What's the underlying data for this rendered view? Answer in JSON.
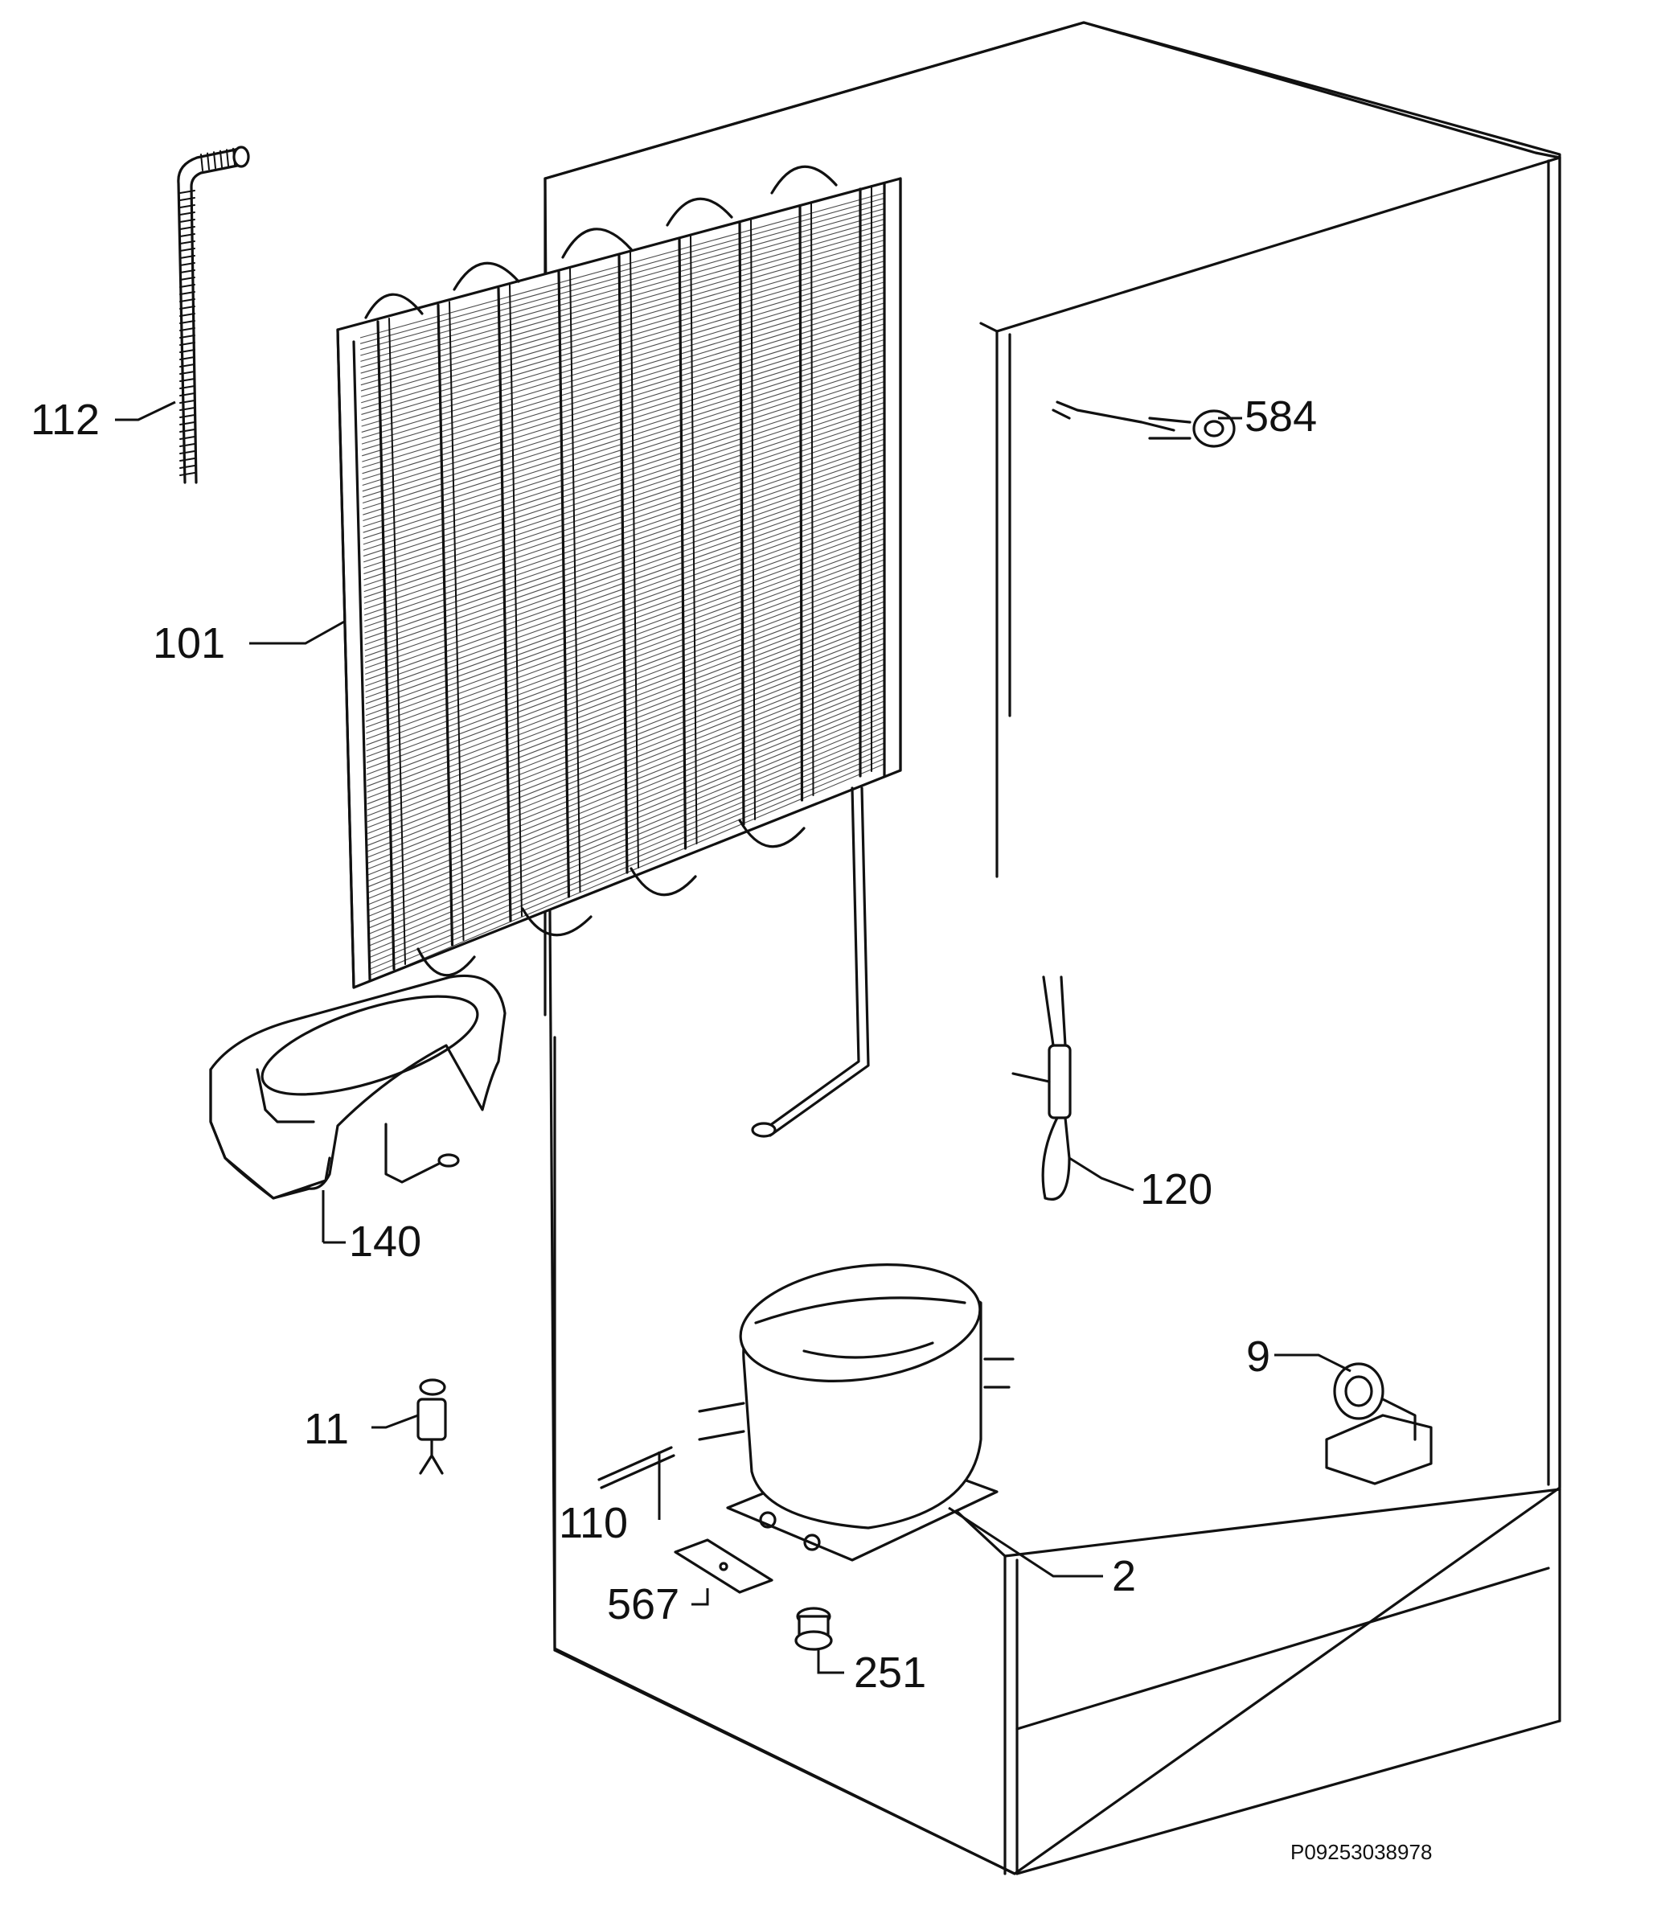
{
  "diagram": {
    "reference_code": "P09253038978",
    "labels": {
      "p112": "112",
      "p101": "101",
      "p584": "584",
      "p140": "140",
      "p120": "120",
      "p11": "11",
      "p9": "9",
      "p110": "110",
      "p567": "567",
      "p2": "2",
      "p251": "251"
    },
    "colors": {
      "line": "#111111",
      "background": "#ffffff"
    }
  }
}
